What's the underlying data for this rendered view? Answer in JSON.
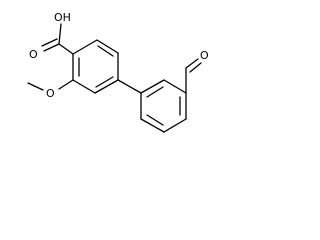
{
  "molecule": {
    "labels": {
      "carboxyl_oh": "OH",
      "carboxyl_o": "O",
      "methoxy_o": "O",
      "aldehyde_o": "O"
    }
  }
}
